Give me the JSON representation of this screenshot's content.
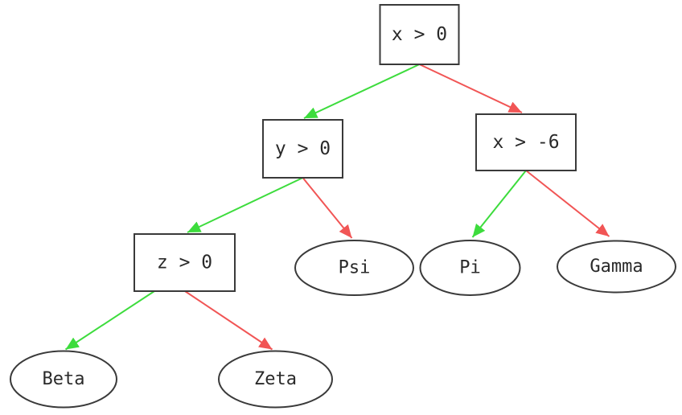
{
  "diagram": {
    "type": "decision-tree",
    "colors": {
      "background": "#ffffff",
      "node_fill": "#ffffff",
      "node_border": "#3a3a3a",
      "text": "#2a2a2a",
      "true_branch": "#3ddc3d",
      "false_branch": "#f15555"
    },
    "nodes": {
      "root": {
        "label": "x > 0",
        "shape": "rect"
      },
      "y_gt_0": {
        "label": "y > 0",
        "shape": "rect"
      },
      "x_gt_neg6": {
        "label": "x > -6",
        "shape": "rect"
      },
      "z_gt_0": {
        "label": "z > 0",
        "shape": "rect"
      },
      "psi": {
        "label": "Psi",
        "shape": "ellipse"
      },
      "pi": {
        "label": "Pi",
        "shape": "ellipse"
      },
      "gamma": {
        "label": "Gamma",
        "shape": "ellipse"
      },
      "beta": {
        "label": "Beta",
        "shape": "ellipse"
      },
      "zeta": {
        "label": "Zeta",
        "shape": "ellipse"
      }
    },
    "edges": [
      {
        "from": "x > 0",
        "to": "y > 0",
        "branch": "true",
        "color": "green"
      },
      {
        "from": "x > 0",
        "to": "x > -6",
        "branch": "false",
        "color": "red"
      },
      {
        "from": "y > 0",
        "to": "z > 0",
        "branch": "true",
        "color": "green"
      },
      {
        "from": "y > 0",
        "to": "Psi",
        "branch": "false",
        "color": "red"
      },
      {
        "from": "x > -6",
        "to": "Pi",
        "branch": "true",
        "color": "green"
      },
      {
        "from": "x > -6",
        "to": "Gamma",
        "branch": "false",
        "color": "red"
      },
      {
        "from": "z > 0",
        "to": "Beta",
        "branch": "true",
        "color": "green"
      },
      {
        "from": "z > 0",
        "to": "Zeta",
        "branch": "false",
        "color": "red"
      }
    ]
  }
}
